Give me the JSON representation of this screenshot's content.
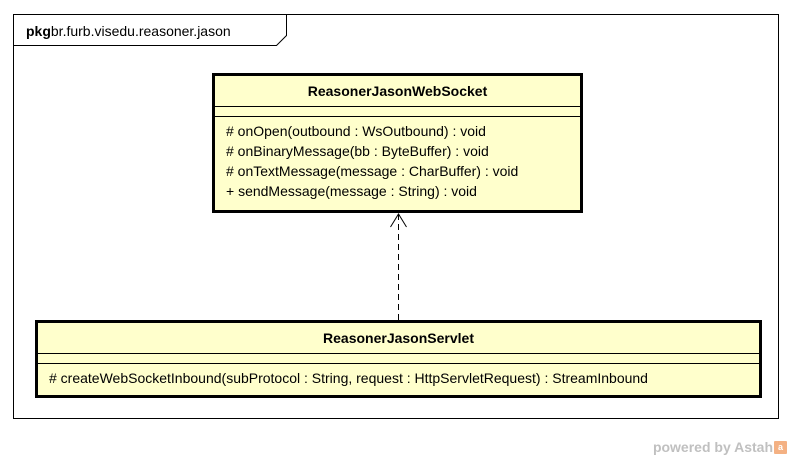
{
  "package": {
    "keyword": "pkg",
    "name": "br.furb.visedu.reasoner.jason"
  },
  "classes": [
    {
      "name": "ReasonerJasonWebSocket",
      "operations": [
        "# onOpen(outbound : WsOutbound) : void",
        "# onBinaryMessage(bb : ByteBuffer) : void",
        "# onTextMessage(message : CharBuffer) : void",
        "+ sendMessage(message : String) : void"
      ]
    },
    {
      "name": "ReasonerJasonServlet",
      "operations": [
        "# createWebSocketInbound(subProtocol : String, request : HttpServletRequest) : StreamInbound"
      ]
    }
  ],
  "relations": [
    {
      "type": "dependency",
      "from": "ReasonerJasonServlet",
      "to": "ReasonerJasonWebSocket"
    }
  ],
  "watermark": {
    "text": "powered by Astah",
    "color": "#c0c0c0",
    "mark_color": "#f4b183"
  },
  "colors": {
    "class_fill": "#ffffcc",
    "line": "#000000"
  }
}
